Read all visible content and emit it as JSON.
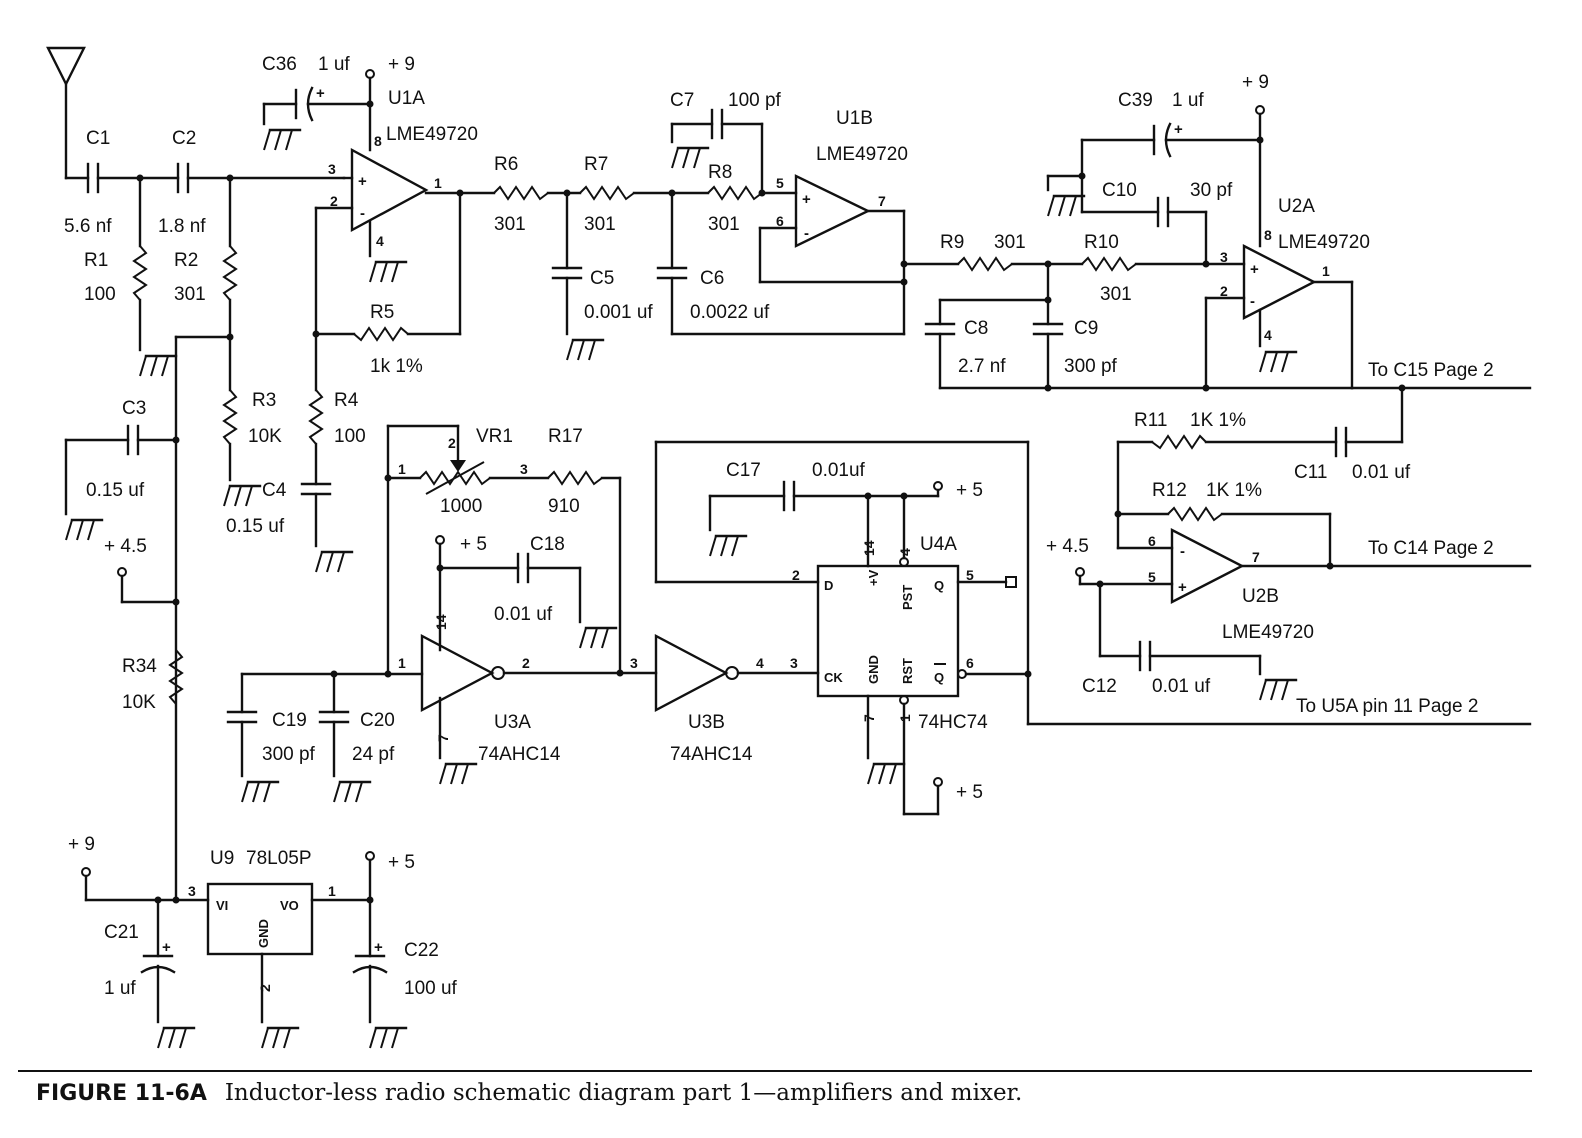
{
  "figure": {
    "number": "FIGURE 11-6A",
    "caption": "Inductor-less radio schematic diagram part 1—amplifiers and mixer."
  },
  "components": {
    "C1": {
      "ref": "C1",
      "value": "5.6 nf"
    },
    "C2": {
      "ref": "C2",
      "value": "1.8 nf"
    },
    "R1": {
      "ref": "R1",
      "value": "100"
    },
    "R2": {
      "ref": "R2",
      "value": "301"
    },
    "C36": {
      "ref": "C36",
      "value": "1 uf"
    },
    "U1A": {
      "ref": "U1A",
      "part": "LME49720"
    },
    "R5": {
      "ref": "R5",
      "value": "1k 1%"
    },
    "R3": {
      "ref": "R3",
      "value": "10K"
    },
    "R4": {
      "ref": "R4",
      "value": "100"
    },
    "C3": {
      "ref": "C3",
      "value": "0.15 uf"
    },
    "C4": {
      "ref": "C4",
      "value": "0.15 uf"
    },
    "R6": {
      "ref": "R6",
      "value": "301"
    },
    "R7": {
      "ref": "R7",
      "value": "301"
    },
    "R8": {
      "ref": "R8",
      "value": "301"
    },
    "C5": {
      "ref": "C5",
      "value": "0.001 uf"
    },
    "C6": {
      "ref": "C6",
      "value": "0.0022 uf"
    },
    "C7": {
      "ref": "C7",
      "value": "100 pf"
    },
    "U1B": {
      "ref": "U1B",
      "part": "LME49720"
    },
    "R9": {
      "ref": "R9",
      "value": "301"
    },
    "R10": {
      "ref": "R10",
      "value": "301"
    },
    "C8": {
      "ref": "C8",
      "value": "2.7 nf"
    },
    "C9": {
      "ref": "C9",
      "value": "300 pf"
    },
    "C39": {
      "ref": "C39",
      "value": "1 uf"
    },
    "C10": {
      "ref": "C10",
      "value": "30 pf"
    },
    "U2A": {
      "ref": "U2A",
      "part": "LME49720"
    },
    "R11": {
      "ref": "R11",
      "value": "1K 1%"
    },
    "C11": {
      "ref": "C11",
      "value": "0.01 uf"
    },
    "R12": {
      "ref": "R12",
      "value": "1K 1%"
    },
    "U2B": {
      "ref": "U2B",
      "part": "LME49720"
    },
    "C12": {
      "ref": "C12",
      "value": "0.01 uf"
    },
    "VR1": {
      "ref": "VR1",
      "value": "1000"
    },
    "R17": {
      "ref": "R17",
      "value": "910"
    },
    "C17": {
      "ref": "C17",
      "value": "0.01uf"
    },
    "U4A": {
      "ref": "U4A",
      "part": "74HC74"
    },
    "C18": {
      "ref": "C18",
      "value": "0.01 uf"
    },
    "U3A": {
      "ref": "U3A",
      "part": "74AHC14"
    },
    "U3B": {
      "ref": "U3B",
      "part": "74AHC14"
    },
    "C19": {
      "ref": "C19",
      "value": "300 pf"
    },
    "C20": {
      "ref": "C20",
      "value": "24 pf"
    },
    "R34": {
      "ref": "R34",
      "value": "10K"
    },
    "U9": {
      "ref": "U9",
      "part": "78L05P"
    },
    "C21": {
      "ref": "C21",
      "value": "1 uf"
    },
    "C22": {
      "ref": "C22",
      "value": "100 uf"
    }
  },
  "rails": {
    "p9": "+ 9",
    "p5": "+ 5",
    "p45": "+ 4.5"
  },
  "outputs": {
    "c15": "To C15 Page 2",
    "c14": "To C14 Page 2",
    "u5a": "To U5A pin 11 Page 2"
  },
  "ff_pins": {
    "d": "D",
    "ck": "CK",
    "vplus": "+V",
    "gnd": "GND",
    "pst": "PST",
    "rst": "RST",
    "q": "Q",
    "qbar": "Q"
  },
  "reg_pins": {
    "vi": "VI",
    "vo": "VO",
    "gnd": "GND"
  },
  "opamp_marks": {
    "plus": "+",
    "minus": "-"
  },
  "pin_numbers": [
    "1",
    "2",
    "3",
    "4",
    "5",
    "6",
    "7",
    "8",
    "14"
  ]
}
